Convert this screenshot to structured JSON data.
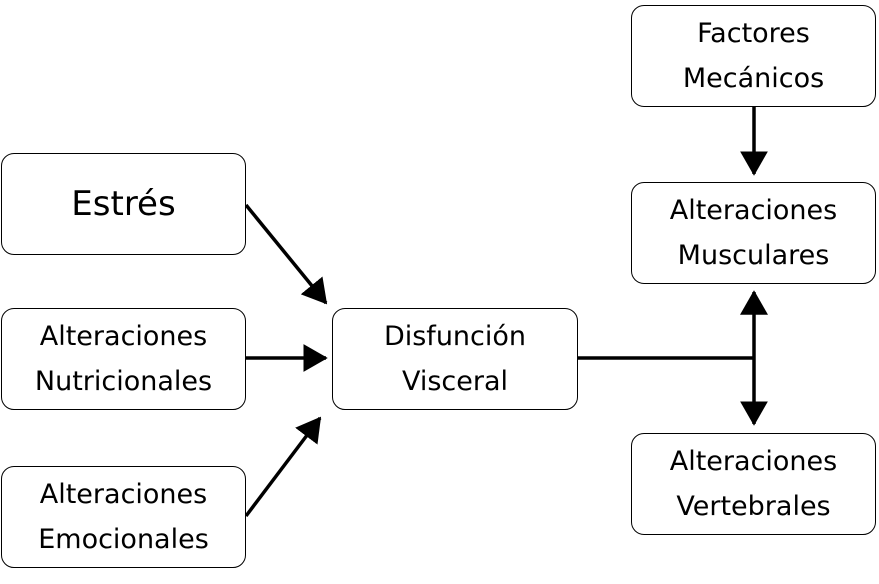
{
  "diagram": {
    "nodes": {
      "estres": {
        "lines": [
          "Estrés"
        ]
      },
      "nutricionales": {
        "lines": [
          "Alteraciones",
          "Nutricionales"
        ]
      },
      "emocionales": {
        "lines": [
          "Alteraciones",
          "Emocionales"
        ]
      },
      "disfuncion": {
        "lines": [
          "Disfunción",
          "Visceral"
        ]
      },
      "mecanicos": {
        "lines": [
          "Factores",
          "Mecánicos"
        ]
      },
      "musculares": {
        "lines": [
          "Alteraciones",
          "Musculares"
        ]
      },
      "vertebrales": {
        "lines": [
          "Alteraciones",
          "Vertebrales"
        ]
      }
    },
    "edges": [
      {
        "from": "estres",
        "to": "disfuncion"
      },
      {
        "from": "nutricionales",
        "to": "disfuncion"
      },
      {
        "from": "emocionales",
        "to": "disfuncion"
      },
      {
        "from": "disfuncion",
        "to": "musculares"
      },
      {
        "from": "disfuncion",
        "to": "vertebrales"
      },
      {
        "from": "mecanicos",
        "to": "musculares"
      }
    ],
    "colors": {
      "stroke": "#000000",
      "fill": "#ffffff",
      "text": "#000000"
    }
  }
}
